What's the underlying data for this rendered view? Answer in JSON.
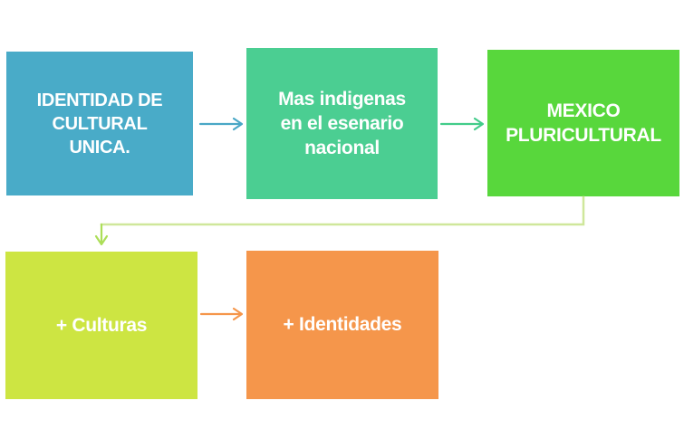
{
  "diagram": {
    "background_color": "#ffffff",
    "text_color": "#ffffff",
    "boxes": [
      {
        "id": "identidad-cultural-unica",
        "label": "IDENTIDAD DE\nCULTURAL\nUNICA.",
        "fill": "#49ABC8"
      },
      {
        "id": "mas-indigenas",
        "label": "Mas indigenas\nen el esenario\nnacional",
        "fill": "#4BCE92"
      },
      {
        "id": "mexico-pluricultural",
        "label": "MEXICO\nPLURICULTURAL",
        "fill": "#58D73C"
      },
      {
        "id": "culturas",
        "label": "+ Culturas",
        "fill": "#CDE542"
      },
      {
        "id": "identidades",
        "label": "+ Identidades",
        "fill": "#F5964B"
      }
    ],
    "connectors": [
      {
        "id": "identidad-to-indigenas",
        "type": "straight-arrow-right",
        "color": "#49A7C6"
      },
      {
        "id": "indigenas-to-mexico",
        "type": "straight-arrow-right",
        "color": "#42CC8A"
      },
      {
        "id": "mexico-to-culturas",
        "type": "elbow-arrow-down",
        "color": "#CFE79B",
        "arrow_color": "#ACDE58"
      },
      {
        "id": "culturas-to-identidades",
        "type": "straight-arrow-right",
        "color": "#F5964B"
      }
    ]
  }
}
